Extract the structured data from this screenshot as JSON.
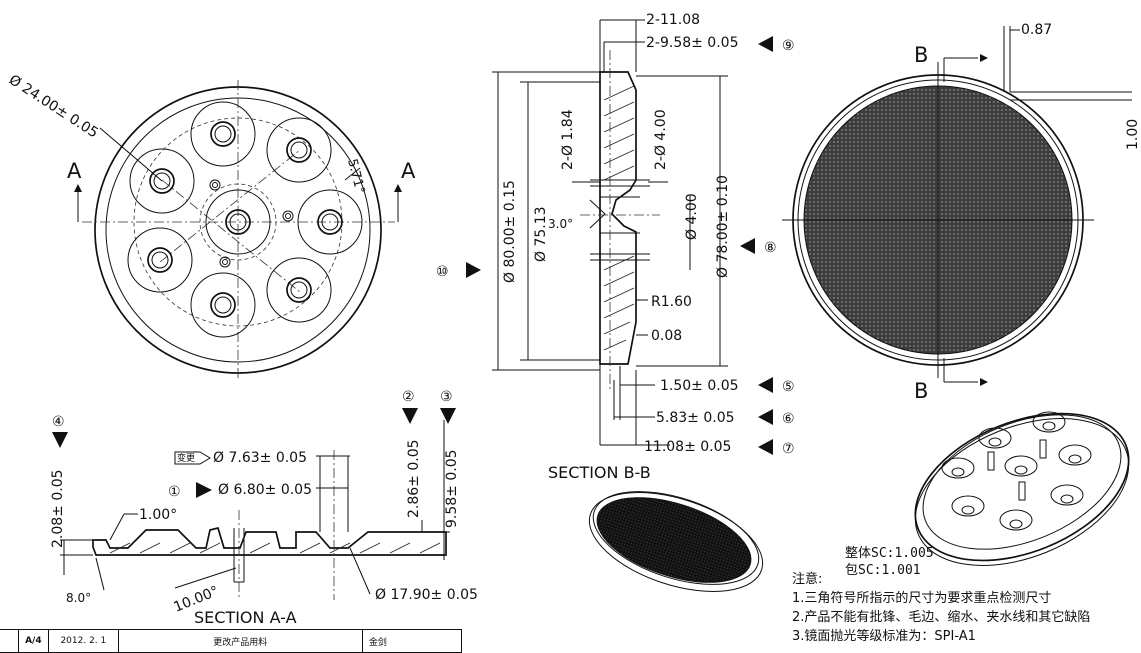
{
  "views": {
    "section_bb": {
      "title": "SECTION B-B",
      "dims": {
        "top1": "2-11.08",
        "top2": "2-9.58± 0.05",
        "d80": "Ø 80.00± 0.15",
        "d7513": "Ø 75.13",
        "d184": "2-Ø 1.84",
        "d400a": "2-Ø 4.00",
        "d400b": "Ø 4.00",
        "ang3": "3.0°",
        "d78": "Ø 78.00± 0.10",
        "r160": "R1.60",
        "d008": "0.08",
        "b150": "1.50± 0.05",
        "b583": "5.83± 0.05",
        "b1108": "11.08± 0.05"
      },
      "markers": {
        "m9": "⑨",
        "m8": "⑧",
        "m10": "⑩",
        "m5": "⑤",
        "m6": "⑥",
        "m7": "⑦"
      }
    },
    "top_view": {
      "label_left": "A",
      "label_right": "A",
      "d24": "Ø 24.00± 0.05",
      "ang571": "5.71°"
    },
    "mirror_view": {
      "label_top": "B",
      "label_bottom": "B",
      "d087": "0.87",
      "d100": "1.00"
    },
    "section_aa": {
      "title": "SECTION A-A",
      "d763": "Ø 7.63± 0.05",
      "d680": "Ø 6.80± 0.05",
      "d1790": "Ø 17.90± 0.05",
      "ang100": "1.00°",
      "ang80": "8.0°",
      "ang1000": "10.00°",
      "h208": "2.08± 0.05",
      "h286": "2.86± 0.05",
      "h958": "9.58± 0.05",
      "revision_tag": "变更",
      "markers": {
        "m1": "①",
        "m2": "②",
        "m3": "③",
        "m4": "④"
      }
    }
  },
  "scale": {
    "body": "整体SC:1.005",
    "package": "包SC:1.001"
  },
  "notes": {
    "heading": "注意:",
    "items": [
      "1.三角符号所指示的尺寸为要求重点检测尺寸",
      "2.产品不能有批锋、毛边、缩水、夹水线和其它缺陷",
      "3.镜面抛光等级标准为：SPI-A1"
    ]
  },
  "title_block": {
    "rev": "A/4",
    "date": "2012. 2. 1",
    "description": "更改产品用料",
    "signer": "金剑"
  }
}
